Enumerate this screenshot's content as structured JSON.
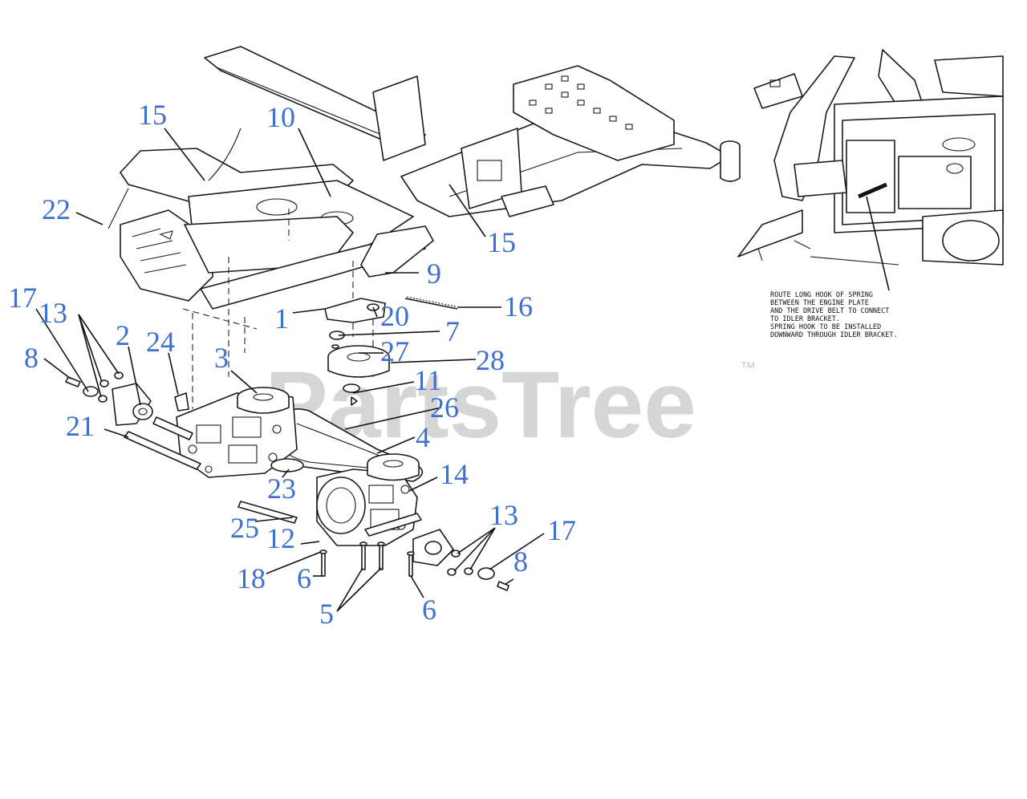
{
  "watermark": {
    "brand": "PartsTree",
    "mark": "™"
  },
  "note_lines": [
    "ROUTE LONG HOOK OF SPRING",
    "BETWEEN THE ENGINE PLATE",
    "AND THE DRIVE BELT TO CONNECT",
    "TO IDLER BRACKET.",
    "SPRING HOOK TO BE INSTALLED",
    "DOWNWARD THROUGH IDLER BRACKET."
  ],
  "callouts": {
    "c15a": "15",
    "c10": "10",
    "c22": "22",
    "c15b": "15",
    "c9": "9",
    "c17a": "17",
    "c13a": "13",
    "c2": "2",
    "c24": "24",
    "c8a": "8",
    "c3": "3",
    "c1": "1",
    "c20": "20",
    "c16": "16",
    "c7": "7",
    "c27": "27",
    "c28": "28",
    "c11": "11",
    "c26": "26",
    "c21": "21",
    "c4": "4",
    "c14": "14",
    "c23": "23",
    "c13b": "13",
    "c17b": "17",
    "c25": "25",
    "c12": "12",
    "c8b": "8",
    "c18": "18",
    "c6a": "6",
    "c5": "5",
    "c6b": "6"
  }
}
